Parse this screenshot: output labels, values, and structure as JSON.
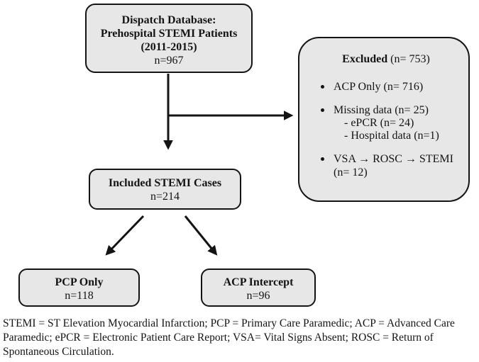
{
  "colors": {
    "background": "#ffffff",
    "box_fill": "#e7e7e7",
    "box_border": "#141414",
    "arrow": "#141414",
    "text": "#141414"
  },
  "boxes": {
    "dispatch": {
      "line1": "Dispatch Database:",
      "line2": "Prehospital STEMI Patients",
      "line3": "(2011-2015)",
      "count": "n=967"
    },
    "excluded": {
      "title_bold": "Excluded",
      "title_tail": " (n= 753)",
      "bullets": [
        {
          "text": "ACP Only (n= 716)"
        },
        {
          "text": "Missing data (n= 25)",
          "sub": [
            "- ePCR (n= 24)",
            "- Hospital data (n=1)"
          ]
        },
        {
          "text": "VSA → ROSC → STEMI (n= 12)"
        }
      ]
    },
    "included": {
      "title": "Included STEMI Cases",
      "count": "n=214"
    },
    "pcp": {
      "title": "PCP Only",
      "count": "n=118"
    },
    "acp": {
      "title": "ACP Intercept",
      "count": "n=96"
    }
  },
  "footnote": "STEMI = ST Elevation Myocardial Infarction; PCP = Primary Care Paramedic; ACP = Advanced Care Paramedic; ePCR = Electronic Patient Care Report; VSA= Vital Signs Absent; ROSC = Return of Spontaneous Circulation."
}
